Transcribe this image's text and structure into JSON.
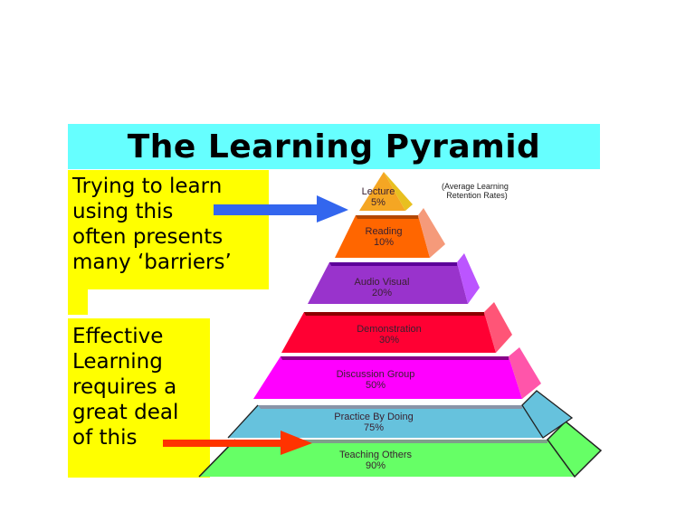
{
  "title": "The Learning Pyramid",
  "subtitle": "(Average Learning\nRetention Rates)",
  "subtitle_lines": [
    "(Average Learning",
    "Retention Rates)"
  ],
  "callouts": {
    "top": {
      "lines": [
        "Trying to learn",
        "using this",
        "often presents",
        "many ‘barriers’"
      ],
      "text": "Trying to learn\nusing this\noften presents\nmany ‘barriers’",
      "arrow_color": "#3366ee",
      "points_to": "Lecture"
    },
    "bottom": {
      "lines": [
        "Effective",
        "Learning",
        "requires a",
        "great deal",
        "of this"
      ],
      "text": "Effective\nLearning\nrequires a\ngreat deal\nof this",
      "arrow_color": "#ff3300",
      "points_to": "Teaching Others"
    }
  },
  "colors": {
    "title_bg": "#66ffff",
    "callout_bg": "#ffff00"
  },
  "chart_data": {
    "type": "pyramid",
    "title": "The Learning Pyramid",
    "subtitle": "(Average Learning Retention Rates)",
    "categories": [
      "Lecture",
      "Reading",
      "Audio Visual",
      "Demonstration",
      "Discussion Group",
      "Practice By Doing",
      "Teaching Others"
    ],
    "values": [
      5,
      10,
      20,
      30,
      50,
      75,
      90
    ],
    "unit": "%",
    "layers": [
      {
        "label": "Lecture",
        "value": "5%",
        "color": "#f5a623"
      },
      {
        "label": "Reading",
        "value": "10%",
        "color": "#ff6600"
      },
      {
        "label": "Audio Visual",
        "value": "20%",
        "color": "#9933cc"
      },
      {
        "label": "Demonstration",
        "value": "30%",
        "color": "#ff0033"
      },
      {
        "label": "Discussion Group",
        "value": "50%",
        "color": "#ff00ff"
      },
      {
        "label": "Practice By Doing",
        "value": "75%",
        "color": "#66c2dd"
      },
      {
        "label": "Teaching Others",
        "value": "90%",
        "color": "#66ff66"
      }
    ]
  }
}
